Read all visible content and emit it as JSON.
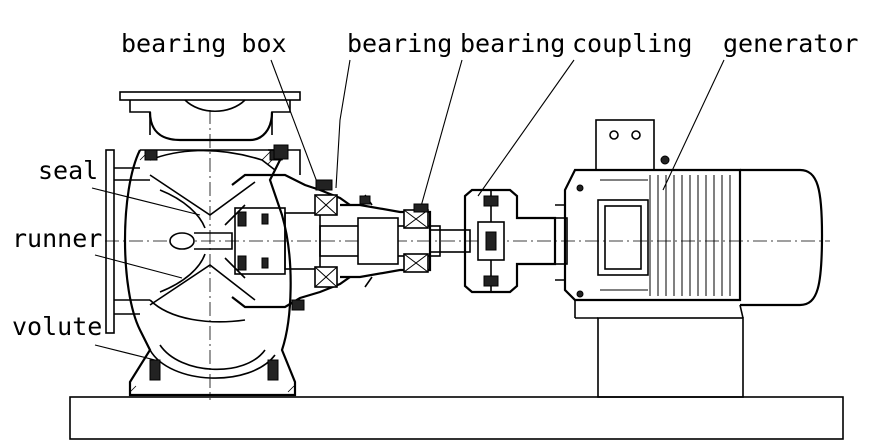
{
  "labels": {
    "bearing_box": "bearing box",
    "bearing_1": "bearing",
    "bearing_2": "bearing",
    "coupling": "coupling",
    "generator": "generator",
    "seal": "seal",
    "runner": "runner",
    "volute": "volute"
  }
}
